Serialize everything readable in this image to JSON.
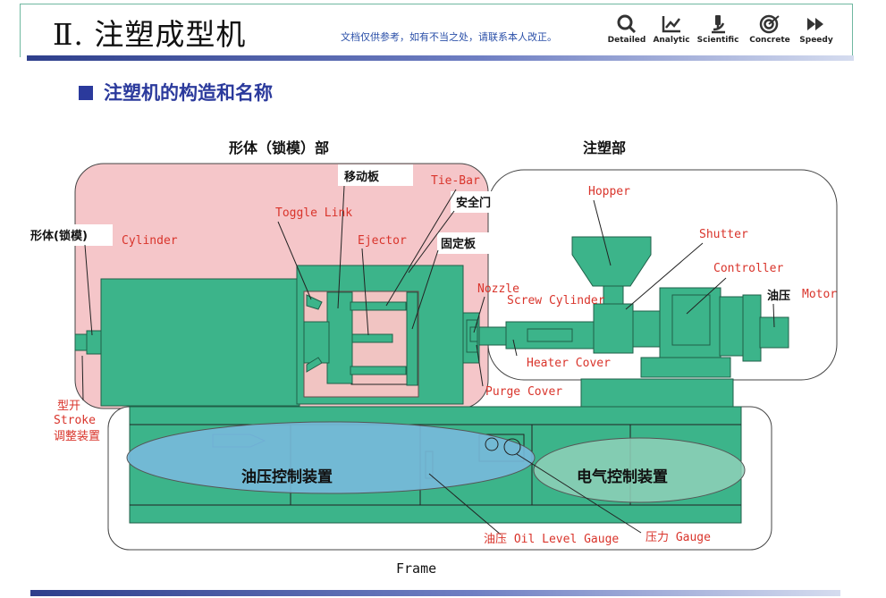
{
  "header": {
    "title": "Ⅱ. 注塑成型机",
    "disclaimer": "文档仅供参考，如有不当之处，请联系本人改正。",
    "nav": [
      {
        "label": "Detailed",
        "icon": "magnifier-icon"
      },
      {
        "label": "Analytic",
        "icon": "line-chart-icon"
      },
      {
        "label": "Scientific",
        "icon": "microscope-icon"
      },
      {
        "label": "Concrete",
        "icon": "target-icon"
      },
      {
        "label": "Speedy",
        "icon": "fast-forward-icon"
      }
    ]
  },
  "subtitle": "注塑机的构造和名称",
  "diagram": {
    "sections": {
      "clamp": "形体（锁模）部",
      "injection": "注塑部"
    },
    "labels": {
      "moving_plate": "移动板",
      "tie_bar": "Tie-Bar",
      "safety_door": "安全门",
      "toggle_link": "Toggle Link",
      "ejector": "Ejector",
      "fixed_plate": "固定板",
      "clamp_cn": "形体(锁模)",
      "cylinder": "Cylinder",
      "hopper": "Hopper",
      "shutter": "Shutter",
      "controller": "Controller",
      "nozzle": "Nozzle",
      "screw_cylinder": "Screw Cylinder",
      "oil_pressure": "油压",
      "motor": "Motor",
      "heater_cover": "Heater Cover",
      "purge_cover": "Purge Cover",
      "stroke_line1": "型开",
      "stroke_line2": "Stroke",
      "stroke_line3": "调整装置",
      "hydraulic_control": "油压控制装置",
      "electric_control": "电气控制装置",
      "oil_level_gauge": "油压 Oil Level Gauge",
      "pressure_gauge": "压力 Gauge",
      "frame": "Frame"
    }
  }
}
